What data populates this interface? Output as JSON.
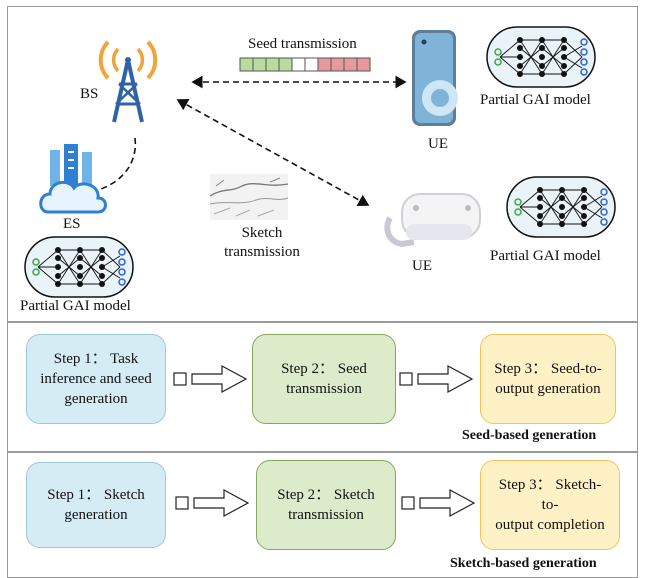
{
  "top": {
    "bs_label": "BS",
    "es_label": "ES",
    "ue1_label": "UE",
    "ue2_label": "UE",
    "seed_tx_label": "Seed transmission",
    "sketch_tx_label_line1": "Sketch",
    "sketch_tx_label_line2": "transmission",
    "model_label_bs": "Partial GAI model",
    "model_label_ue1": "Partial GAI model",
    "model_label_ue2": "Partial GAI model"
  },
  "seed_flow": {
    "step1": [
      "Step 1： Task",
      "inference and seed",
      "generation"
    ],
    "step2": [
      "Step 2： Seed",
      "transmission"
    ],
    "step3": [
      "Step 3： Seed-to-",
      "output generation"
    ],
    "caption": "Seed-based generation"
  },
  "sketch_flow": {
    "step1": [
      "Step 1： Sketch",
      "generation"
    ],
    "step2": [
      "Step 2： Sketch",
      "transmission"
    ],
    "step3": [
      "Step 3： Sketch-to-",
      "output completion"
    ],
    "caption": "Sketch-based generation"
  },
  "colors": {
    "step1_fill": "#d6ecf5",
    "step2_fill": "#dcebc9",
    "step3_fill": "#fff1c6",
    "tower": "#2f63a8",
    "signal": "#f2a33a",
    "seed_green": "#b8dca0",
    "seed_red": "#e79a9a"
  }
}
